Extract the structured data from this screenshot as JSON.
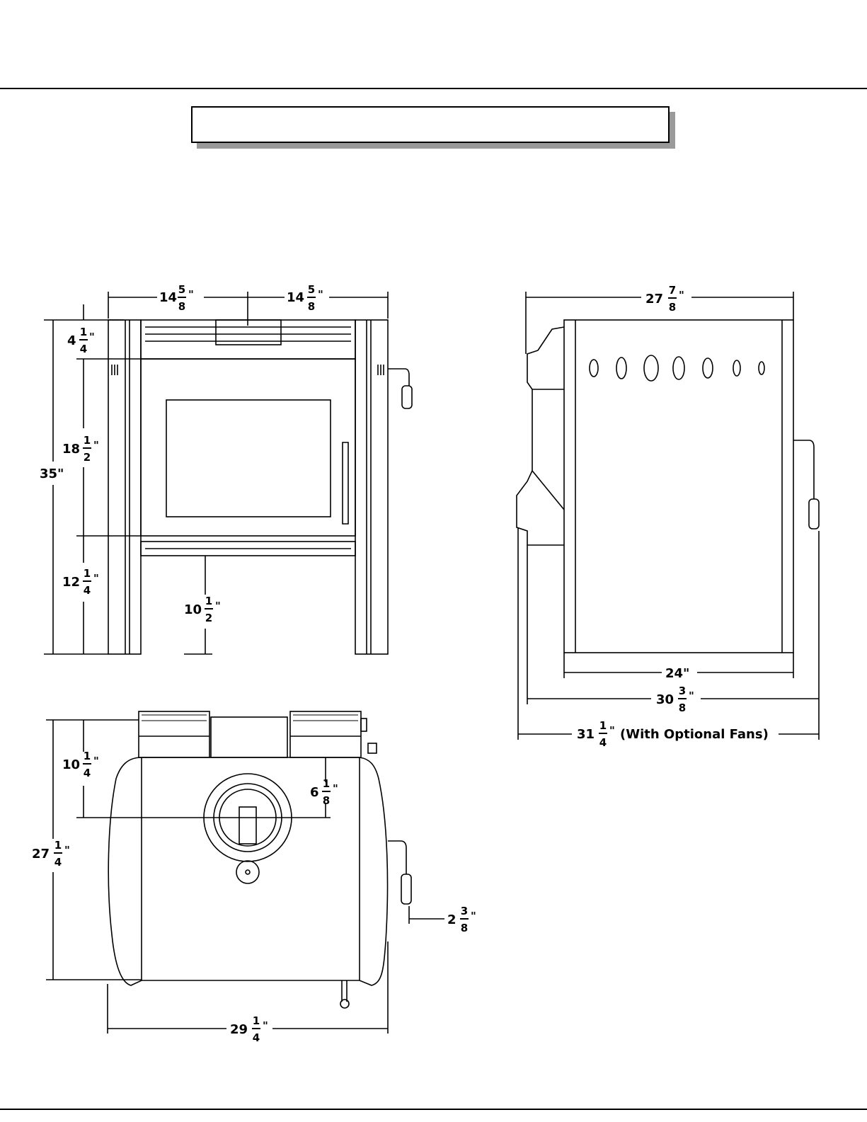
{
  "header": {
    "title": ""
  },
  "front_view": {
    "width_left": {
      "whole": "14",
      "num": "5",
      "den": "8",
      "unit": "\""
    },
    "width_right": {
      "whole": "14",
      "num": "5",
      "den": "8",
      "unit": "\""
    },
    "top_band": {
      "whole": "4",
      "num": "1",
      "den": "4",
      "unit": "\""
    },
    "door_height": {
      "whole": "18",
      "num": "1",
      "den": "2",
      "unit": "\""
    },
    "overall_height": "35\"",
    "leg_height": {
      "whole": "12",
      "num": "1",
      "den": "4",
      "unit": "\""
    },
    "floor_clearance": {
      "whole": "10",
      "num": "1",
      "den": "2",
      "unit": "\""
    }
  },
  "side_view": {
    "top_depth": {
      "whole": "27",
      "num": "7",
      "den": "8",
      "unit": "\""
    },
    "body_depth": "24\"",
    "overall_depth": {
      "whole": "30",
      "num": "3",
      "den": "8",
      "unit": "\""
    },
    "fan_depth": {
      "whole": "31",
      "num": "1",
      "den": "4",
      "unit": "\"",
      "suffix": "(With Optional Fans)"
    }
  },
  "top_view": {
    "flue_offset": {
      "whole": "10",
      "num": "1",
      "den": "4",
      "unit": "\""
    },
    "flue_radius": {
      "whole": "6",
      "num": "1",
      "den": "8",
      "unit": "\""
    },
    "overall_depth": {
      "whole": "27",
      "num": "1",
      "den": "4",
      "unit": "\""
    },
    "handle_projection": {
      "whole": "2",
      "num": "3",
      "den": "8",
      "unit": "\""
    },
    "overall_width": {
      "whole": "29",
      "num": "1",
      "den": "4",
      "unit": "\""
    }
  }
}
